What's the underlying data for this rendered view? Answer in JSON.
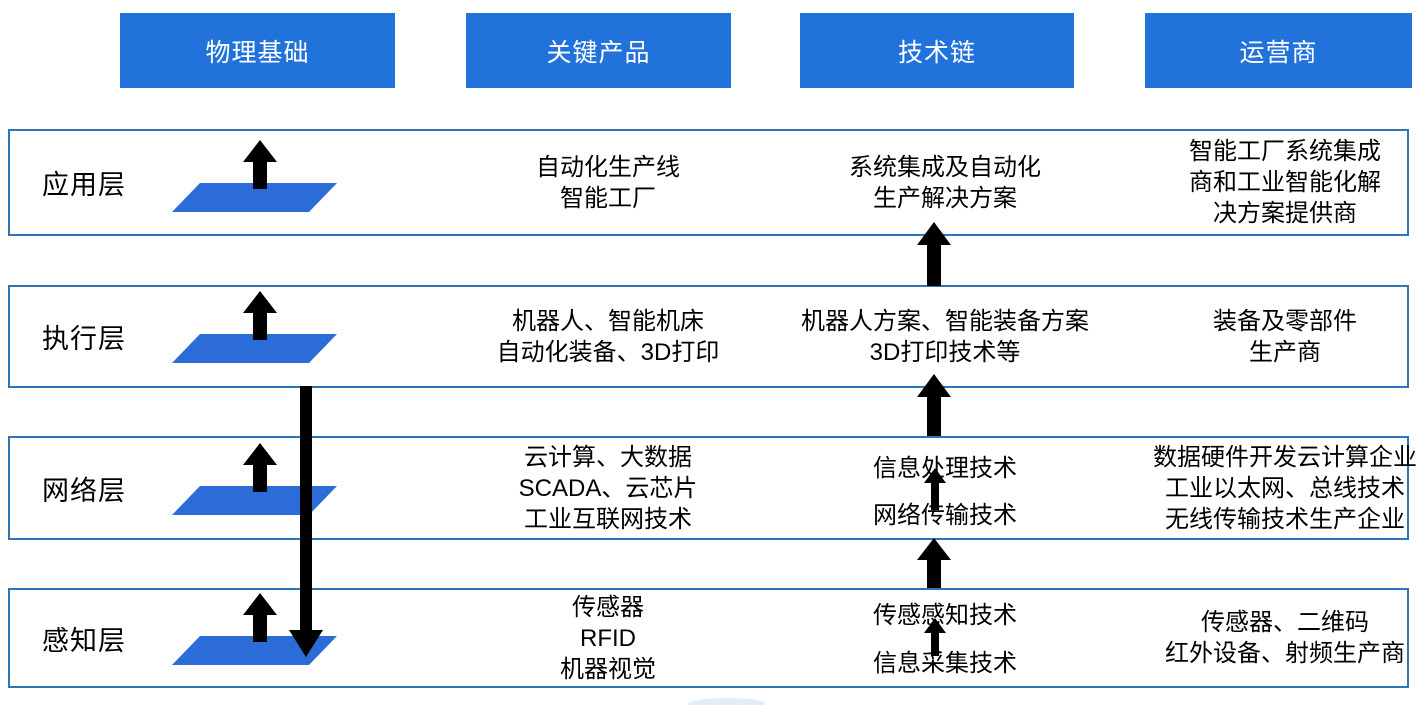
{
  "header": {
    "columns": [
      "物理基础",
      "关键产品",
      "技术链",
      "运营商"
    ]
  },
  "rows": [
    {
      "label": "应用层",
      "key_products": [
        "自动化生产线",
        "智能工厂"
      ],
      "tech": [
        "系统集成及自动化",
        "生产解决方案"
      ],
      "operators": [
        "智能工厂系统集成",
        "商和工业智能化解",
        "决方案提供商"
      ]
    },
    {
      "label": "执行层",
      "key_products": [
        "机器人、智能机床",
        "自动化装备、3D打印"
      ],
      "tech": [
        "机器人方案、智能装备方案",
        "3D打印技术等"
      ],
      "operators": [
        "装备及零部件",
        "生产商"
      ]
    },
    {
      "label": "网络层",
      "key_products": [
        "云计算、大数据",
        "SCADA、云芯片",
        "工业互联网技术"
      ],
      "tech_top": "信息处理技术",
      "tech_bottom": "网络传输技术",
      "operators": [
        "数据硬件开发云计算企业",
        "工业以太网、总线技术",
        "无线传输技术生产企业"
      ]
    },
    {
      "label": "感知层",
      "key_products": [
        "传感器",
        "RFID",
        "机器视觉"
      ],
      "tech_top": "传感感知技术",
      "tech_bottom": "信息采集技术",
      "operators": [
        "传感器、二维码",
        "红外设备、射频生产商"
      ]
    }
  ],
  "icons": {
    "platform": "platform-parallelogram-icon",
    "layer_up_arrow": "up-arrow-icon",
    "flow_up_arrow": "up-arrow-icon",
    "long_down_arrow": "down-arrow-icon"
  },
  "colors": {
    "header_bg": "#2272DB",
    "header_text": "#FFFFFF",
    "parallelogram": "#2B6CD9",
    "row_border": "#2E75B6",
    "arrow": "#000000",
    "text": "#000000"
  }
}
